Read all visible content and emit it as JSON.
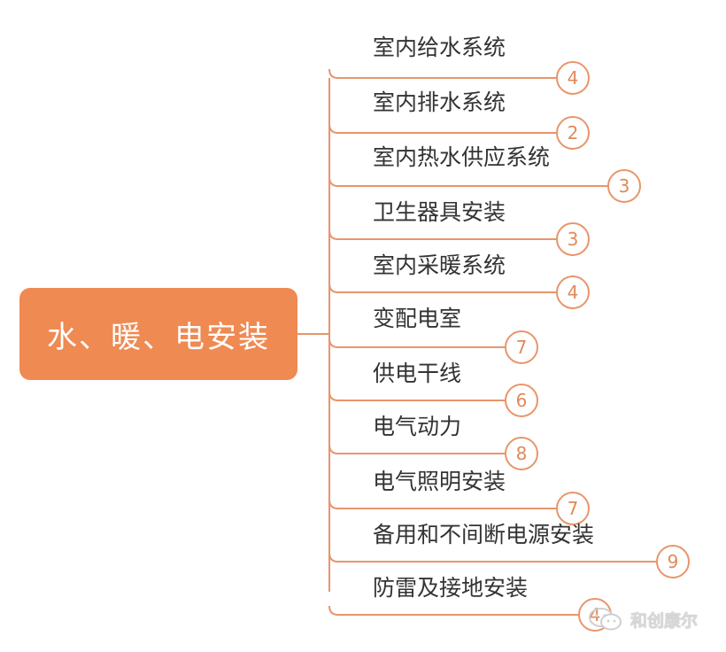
{
  "root": {
    "label": "水、暖、电安装"
  },
  "branches": [
    {
      "label": "室内给水系统",
      "count": "4"
    },
    {
      "label": "室内排水系统",
      "count": "2"
    },
    {
      "label": "室内热水供应系统",
      "count": "3"
    },
    {
      "label": "卫生器具安装",
      "count": "3"
    },
    {
      "label": "室内采暖系统",
      "count": "4"
    },
    {
      "label": "变配电室",
      "count": "7"
    },
    {
      "label": "供电干线",
      "count": "6"
    },
    {
      "label": "电气动力",
      "count": "8"
    },
    {
      "label": "电气照明安装",
      "count": "7"
    },
    {
      "label": "备用和不间断电源安装",
      "count": "9"
    },
    {
      "label": "防雷及接地安装",
      "count": "4"
    }
  ],
  "watermark": {
    "text": "和创康尔"
  },
  "colors": {
    "accent": "#ef8a52",
    "line": "#e9956a",
    "text": "#333333"
  }
}
